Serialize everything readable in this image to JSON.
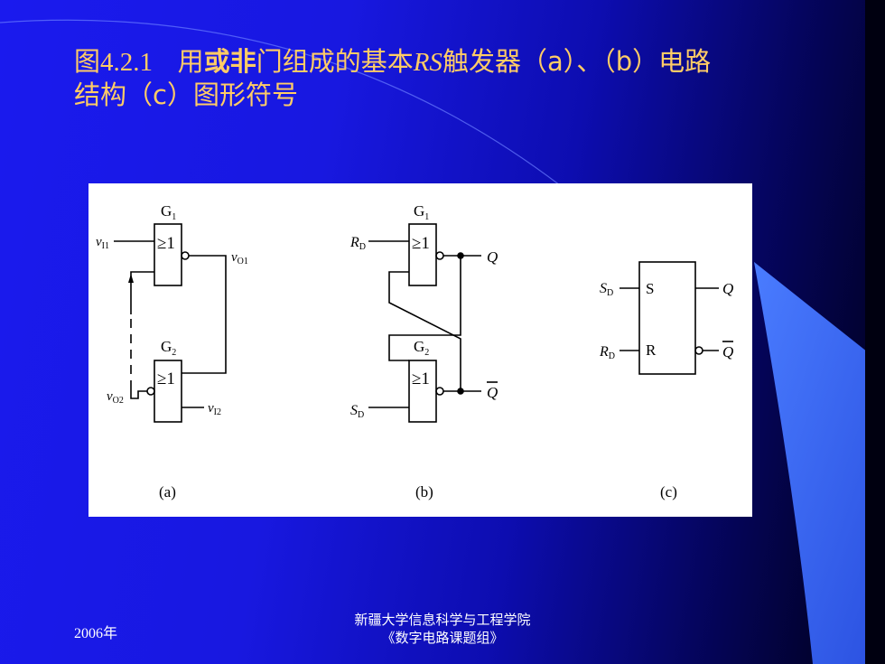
{
  "title": {
    "prefix": "图",
    "number": "4.2.1",
    "word_yong": "用",
    "word_bold": "或非",
    "middle": "门组成的基本",
    "rs": "RS",
    "rest": "触发器（a）、（b）电路",
    "line2": "结构（c）图形符号"
  },
  "diagram": {
    "a": {
      "gate1": "G",
      "gate1_sub": "1",
      "gate2": "G",
      "gate2_sub": "2",
      "nor_symbol": "≥1",
      "in1": "v",
      "in1_sub": "I1",
      "out1": "v",
      "out1_sub": "O1",
      "out2": "v",
      "out2_sub": "O2",
      "in2": "v",
      "in2_sub": "I2",
      "caption": "(a)"
    },
    "b": {
      "gate1": "G",
      "gate1_sub": "1",
      "gate2": "G",
      "gate2_sub": "2",
      "nor_symbol": "≥1",
      "rd": "R",
      "rd_sub": "D",
      "sd": "S",
      "sd_sub": "D",
      "q": "Q",
      "qbar": "Q",
      "caption": "(b)"
    },
    "c": {
      "sd": "S",
      "sd_sub": "D",
      "rd": "R",
      "rd_sub": "D",
      "s_pin": "S",
      "r_pin": "R",
      "q": "Q",
      "qbar": "Q",
      "caption": "(c)"
    }
  },
  "footer": {
    "year": "2006年",
    "org_line1": "新疆大学信息科学与工程学院",
    "org_line2": "《数字电路课题组》"
  },
  "colors": {
    "title": "#ffcc66",
    "background_blue": "#1a1aee",
    "accent_wedge": "#3a6cf0"
  }
}
